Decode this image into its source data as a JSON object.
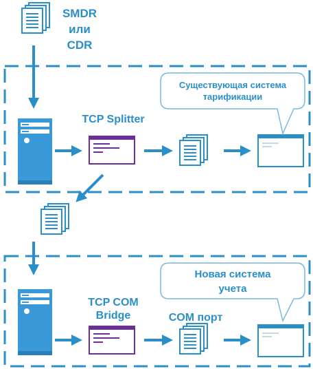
{
  "source_label": [
    "SMDR",
    "или",
    "CDR"
  ],
  "top_section": {
    "component_label": "TCP Splitter",
    "target_callout": [
      "Существующая система",
      "тарификации"
    ]
  },
  "bottom_section": {
    "component_label": [
      "TCP COM",
      "Bridge"
    ],
    "port_label": "COM порт",
    "target_callout": [
      "Новая система",
      "учета"
    ]
  },
  "colors": {
    "accent_blue": "#2a8fc9",
    "window_purple": "#6b2f9a",
    "server_blue": "#3a9ad9",
    "callout_border": "#7ab8dd"
  }
}
